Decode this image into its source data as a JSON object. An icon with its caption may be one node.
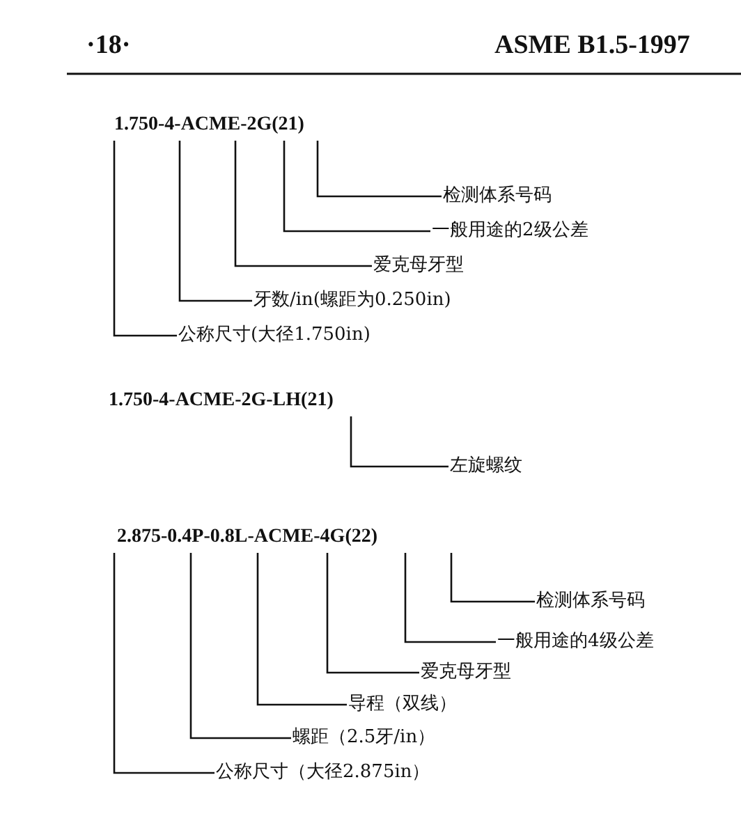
{
  "diagram": {
    "nodes": [
      {
        "text": [
          "1.750-4-ACME-2G(21)"
        ]
      },
      {
        "text": [
          "检测体系号码"
        ]
      },
      {
        "text": [
          "一般用途的2级公差"
        ]
      },
      {
        "text": [
          "爱克母牙型"
        ]
      },
      {
        "text": [
          "牙数/in(螺距为0.250in)"
        ]
      },
      {
        "text": [
          "公称尺寸(大径1.750in)"
        ]
      },
      {
        "text": [
          "1.750-4-ACME-2G-LH(21)"
        ]
      },
      {
        "text": [
          "左旋螺纹"
        ]
      },
      {
        "text": [
          "2.875-0.4P-0.8L-ACME-4G(22)"
        ]
      },
      {
        "text": [
          "检测体系号码"
        ]
      },
      {
        "text": [
          "一般用途的4级公差"
        ]
      },
      {
        "text": [
          "爱克母牙型"
        ]
      },
      {
        "text": [
          "导程（双线）"
        ]
      },
      {
        "text": [
          "螺距（2.5牙/in）"
        ]
      },
      {
        "text": [
          "公称尺寸（大径2.875in）"
        ]
      }
    ],
    "edges": [
      {
        "from": 0,
        "to": 1,
        "arrow": "none"
      },
      {
        "from": 0,
        "to": 2,
        "arrow": "none"
      },
      {
        "from": 0,
        "to": 3,
        "arrow": "none"
      },
      {
        "from": 0,
        "to": 4,
        "arrow": "none"
      },
      {
        "from": 0,
        "to": 5,
        "arrow": "none"
      },
      {
        "from": 6,
        "to": 7,
        "arrow": "none"
      },
      {
        "from": 8,
        "to": 9,
        "arrow": "none"
      },
      {
        "from": 8,
        "to": 10,
        "arrow": "none"
      },
      {
        "from": 8,
        "to": 11,
        "arrow": "none"
      },
      {
        "from": 8,
        "to": 12,
        "arrow": "none"
      },
      {
        "from": 8,
        "to": 13,
        "arrow": "none"
      },
      {
        "from": 8,
        "to": 14,
        "arrow": "none"
      }
    ],
    "labels": [
      "·18·",
      "ASME B1.5-1997"
    ]
  }
}
